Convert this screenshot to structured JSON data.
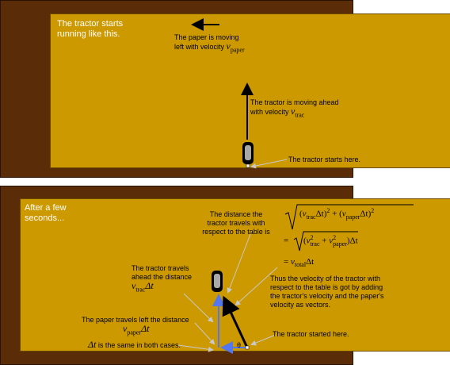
{
  "panel1": {
    "intro": "The tractor starts running like this.",
    "paper_moving_line1": "The paper is moving",
    "paper_moving_line2": "left with velocity",
    "v_paper_symbol": "v",
    "v_paper_sub": "paper",
    "tractor_moving_line1": "The tractor is moving ahead",
    "tractor_moving_line2": "with velocity",
    "v_trac_symbol": "v",
    "v_trac_sub": "trac",
    "tractor_starts": "The tractor starts here."
  },
  "panel2": {
    "intro_line1": "After a few",
    "intro_line2": "seconds...",
    "distance_line1": "The distance the",
    "distance_line2": "tractor travels with",
    "distance_line3": "respect to the table is",
    "ahead_line1": "The tractor travels",
    "ahead_line2": "ahead the distance",
    "ahead_expr": "v",
    "ahead_expr_sub": "trac",
    "ahead_expr_tail": "Δt",
    "left_line1": "The paper travels left the distance",
    "left_expr": "v",
    "left_expr_sub": "paper",
    "left_expr_tail": "Δt",
    "same_symbol": "Δt",
    "same_text": "is the same in both cases.",
    "thus_line1": "Thus the velocity of the tractor with",
    "thus_line2": "respect to the table is got by adding",
    "thus_line3": "the tractor's velocity and the paper's",
    "thus_line4": "velocity as vectors.",
    "started_here": "The tractor started here.",
    "theta": "θ",
    "eq_v": "v",
    "eq_trac": "trac",
    "eq_paper": "paper",
    "eq_total": "total",
    "eq_dt": "Δt",
    "eq_eq": "=",
    "eq_plus": "+",
    "eq_sq": "2"
  },
  "colors": {
    "table": "#5a2d08",
    "paper": "#cc9900",
    "vector_blue": "#5577ee",
    "pointer_gray": "#c8c8c8"
  }
}
